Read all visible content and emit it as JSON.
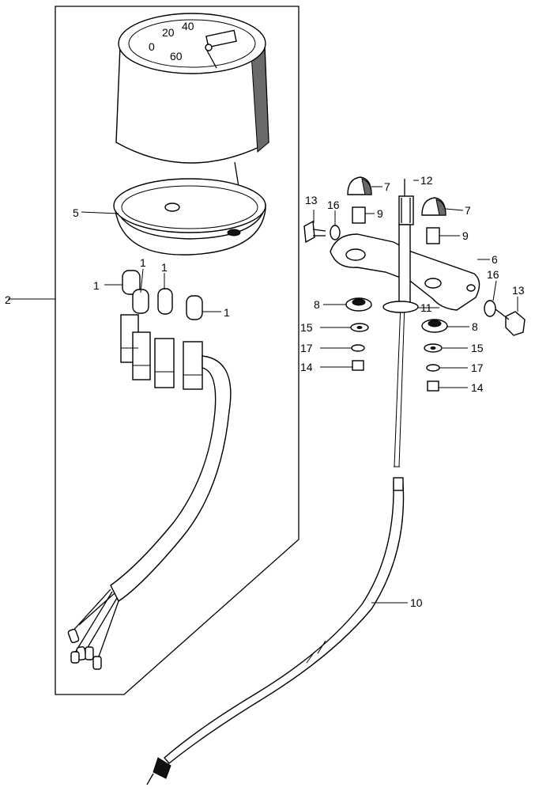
{
  "callouts": {
    "c1a": "1",
    "c1b": "1",
    "c1c": "1",
    "c1d": "1",
    "c2": "2",
    "c5": "5",
    "c6": "6",
    "c7a": "7",
    "c7b": "7",
    "c8a": "8",
    "c8b": "8",
    "c9a": "9",
    "c9b": "9",
    "c10": "10",
    "c11": "11",
    "c12": "12",
    "c13a": "13",
    "c13b": "13",
    "c14a": "14",
    "c14b": "14",
    "c15a": "15",
    "c15b": "15",
    "c16a": "16",
    "c16b": "16",
    "c17a": "17",
    "c17b": "17"
  },
  "icons": {
    "meter": "speedometer-head-icon",
    "cable": "speedometer-cable-icon",
    "bracket": "meter-bracket-icon"
  }
}
